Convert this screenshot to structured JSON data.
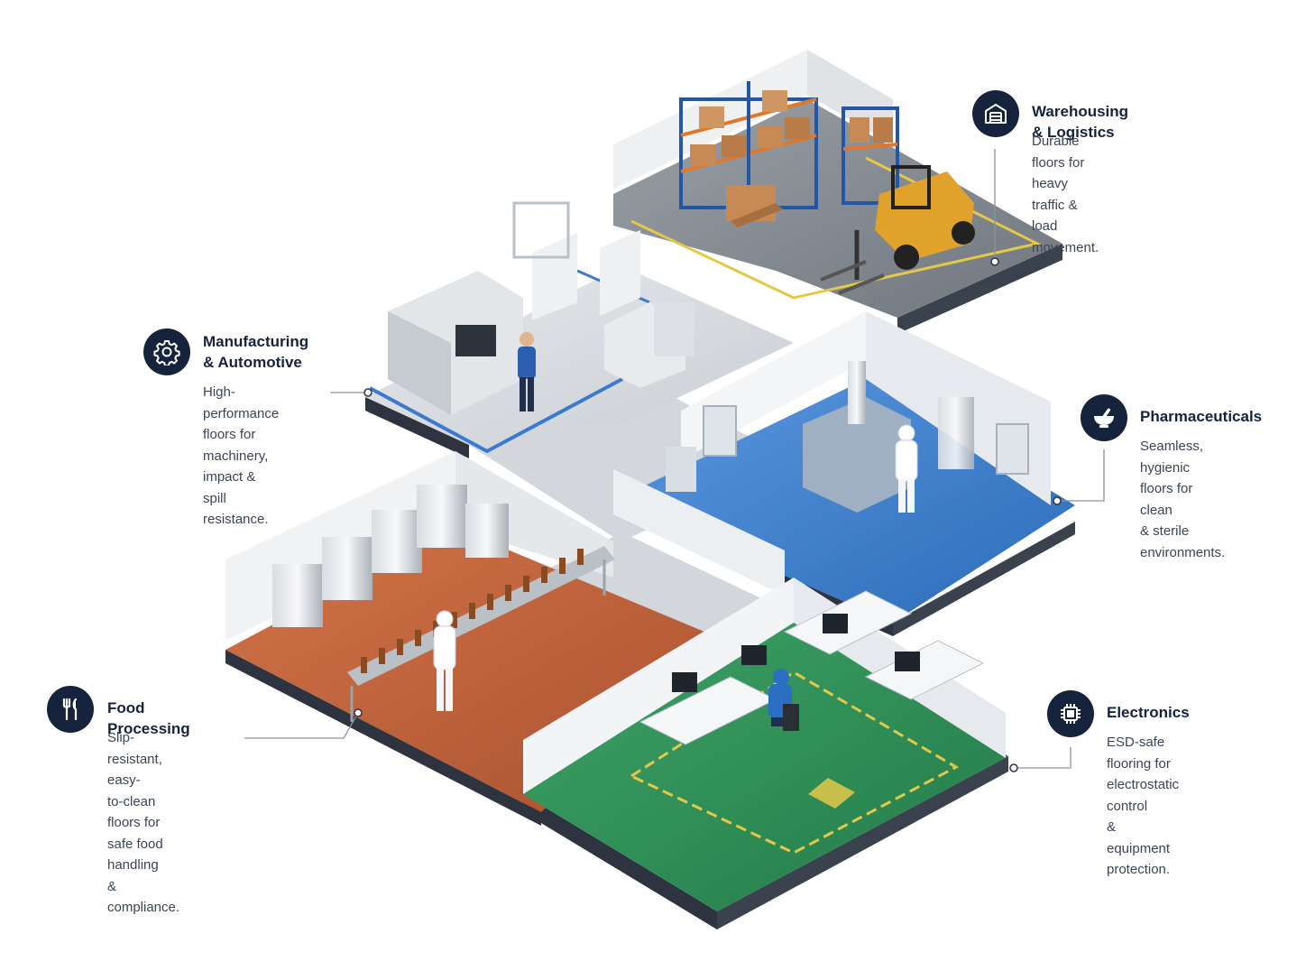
{
  "colors": {
    "navy": "#16233d",
    "warehouse_floor": "#8b9197",
    "manufacturing_floor": "#d9dde1",
    "pharma_floor": "#3f80cf",
    "food_floor": "#c2613a",
    "electronics_floor": "#2f8e57",
    "slab_edge": "#2d3440",
    "wall": "#f1f3f5",
    "rack_blue": "#2456a6",
    "rack_orange": "#e0772a",
    "forklift": "#e1a22b",
    "safety_yellow": "#e4c84a"
  },
  "callouts": [
    {
      "id": "warehousing",
      "icon": "warehouse-icon",
      "title": "Warehousing & Logistics",
      "description": "Durable floors for\nheavy traffic & load\nmovement."
    },
    {
      "id": "manufacturing",
      "icon": "gear-icon",
      "title": "Manufacturing\n& Automotive",
      "description": "High-performance\nfloors for machinery,\nimpact & spill\nresistance."
    },
    {
      "id": "pharmaceuticals",
      "icon": "mortar-pestle-icon",
      "title": "Pharmaceuticals",
      "description": "Seamless, hygienic\nfloors for clean\n& sterile\nenvironments."
    },
    {
      "id": "food",
      "icon": "fork-knife-icon",
      "title": "Food Processing",
      "description": "Slip-resistant, easy-\nto-clean floors for\nsafe food handling\n& compliance."
    },
    {
      "id": "electronics",
      "icon": "microchip-icon",
      "title": "Electronics",
      "description": "ESD-safe flooring for\nelectrostatic control\n& equipment\nprotection."
    }
  ]
}
